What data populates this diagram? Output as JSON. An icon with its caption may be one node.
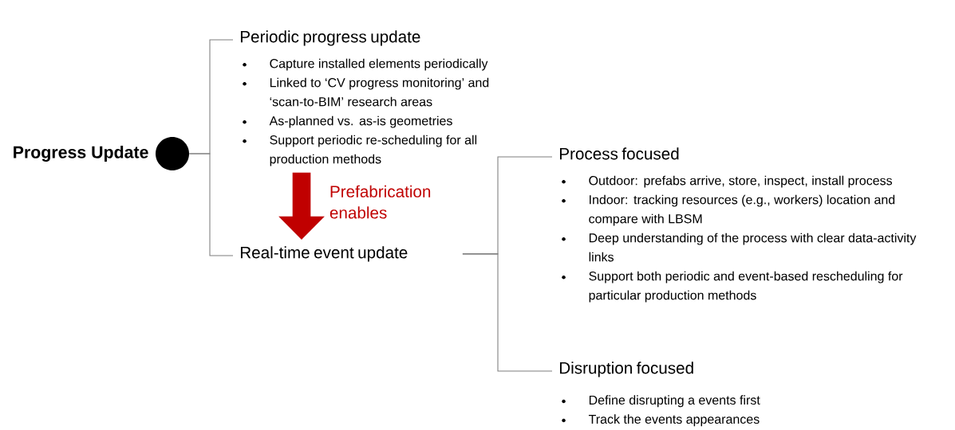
{
  "diagram": {
    "nodes": [
      {
        "text": [],
        "shape": "circle",
        "beside": [
          "Progress Update"
        ]
      },
      {
        "text": [
          "Periodic progress update",
          "Capture installed elements periodically",
          "Linked to ‘CV progress monitoring’ and ‘scan-to-BIM’ research areas",
          "As-planned vs. as-is geometries",
          "Support periodic re-scheduling for all production methods"
        ]
      },
      {
        "text": [
          "Real-time event update"
        ]
      },
      {
        "text": [
          "Process focused",
          "Outdoor: prefabs arrive, store, inspect, install process",
          "Indoor: tracking resources (e.g., workers) location and compare with LBSM",
          "Deep understanding of the process with clear data-activity links",
          "Support both periodic and event-based rescheduling for particular production methods"
        ]
      },
      {
        "text": [
          "Disruption focused",
          "Define disrupting a events first",
          "Track the events appearances"
        ]
      }
    ],
    "edges": [
      {
        "from": 0,
        "to": 1,
        "arrow": "none"
      },
      {
        "from": 0,
        "to": 2,
        "arrow": "none"
      },
      {
        "from": 1,
        "to": 2,
        "arrow": "to",
        "label": "Prefabrication enables",
        "style": "thick",
        "color": "#c00000"
      },
      {
        "from": 2,
        "to": 3,
        "arrow": "none"
      },
      {
        "from": 2,
        "to": 4,
        "arrow": "none"
      }
    ]
  }
}
